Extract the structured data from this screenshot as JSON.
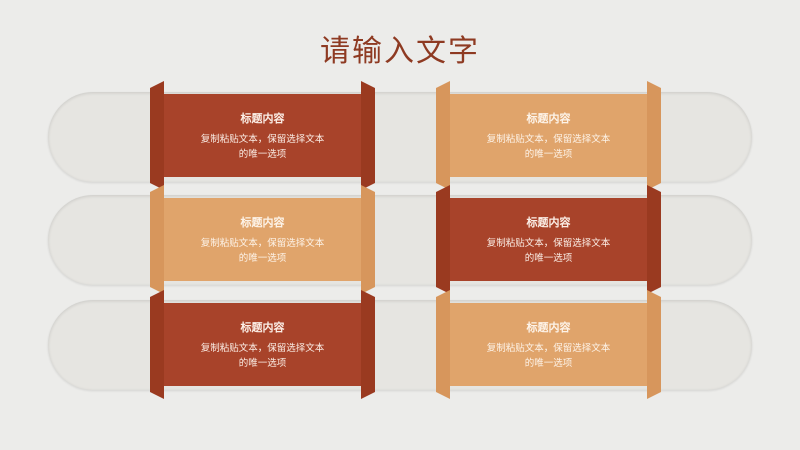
{
  "page": {
    "title": "请输入文字"
  },
  "colors": {
    "dark_accent": "#a8432a",
    "light_accent": "#e0a46b",
    "pill_bg": "#e6e5e1",
    "title_color": "#8e3a22"
  },
  "cards": [
    {
      "title": "标题内容",
      "line1": "复制粘贴文本，保留选择文本",
      "line2": "的唯一选项"
    },
    {
      "title": "标题内容",
      "line1": "复制粘贴文本，保留选择文本",
      "line2": "的唯一选项"
    },
    {
      "title": "标题内容",
      "line1": "复制粘贴文本，保留选择文本",
      "line2": "的唯一选项"
    },
    {
      "title": "标题内容",
      "line1": "复制粘贴文本，保留选择文本",
      "line2": "的唯一选项"
    },
    {
      "title": "标题内容",
      "line1": "复制粘贴文本，保留选择文本",
      "line2": "的唯一选项"
    },
    {
      "title": "标题内容",
      "line1": "复制粘贴文本，保留选择文本",
      "line2": "的唯一选项"
    }
  ]
}
